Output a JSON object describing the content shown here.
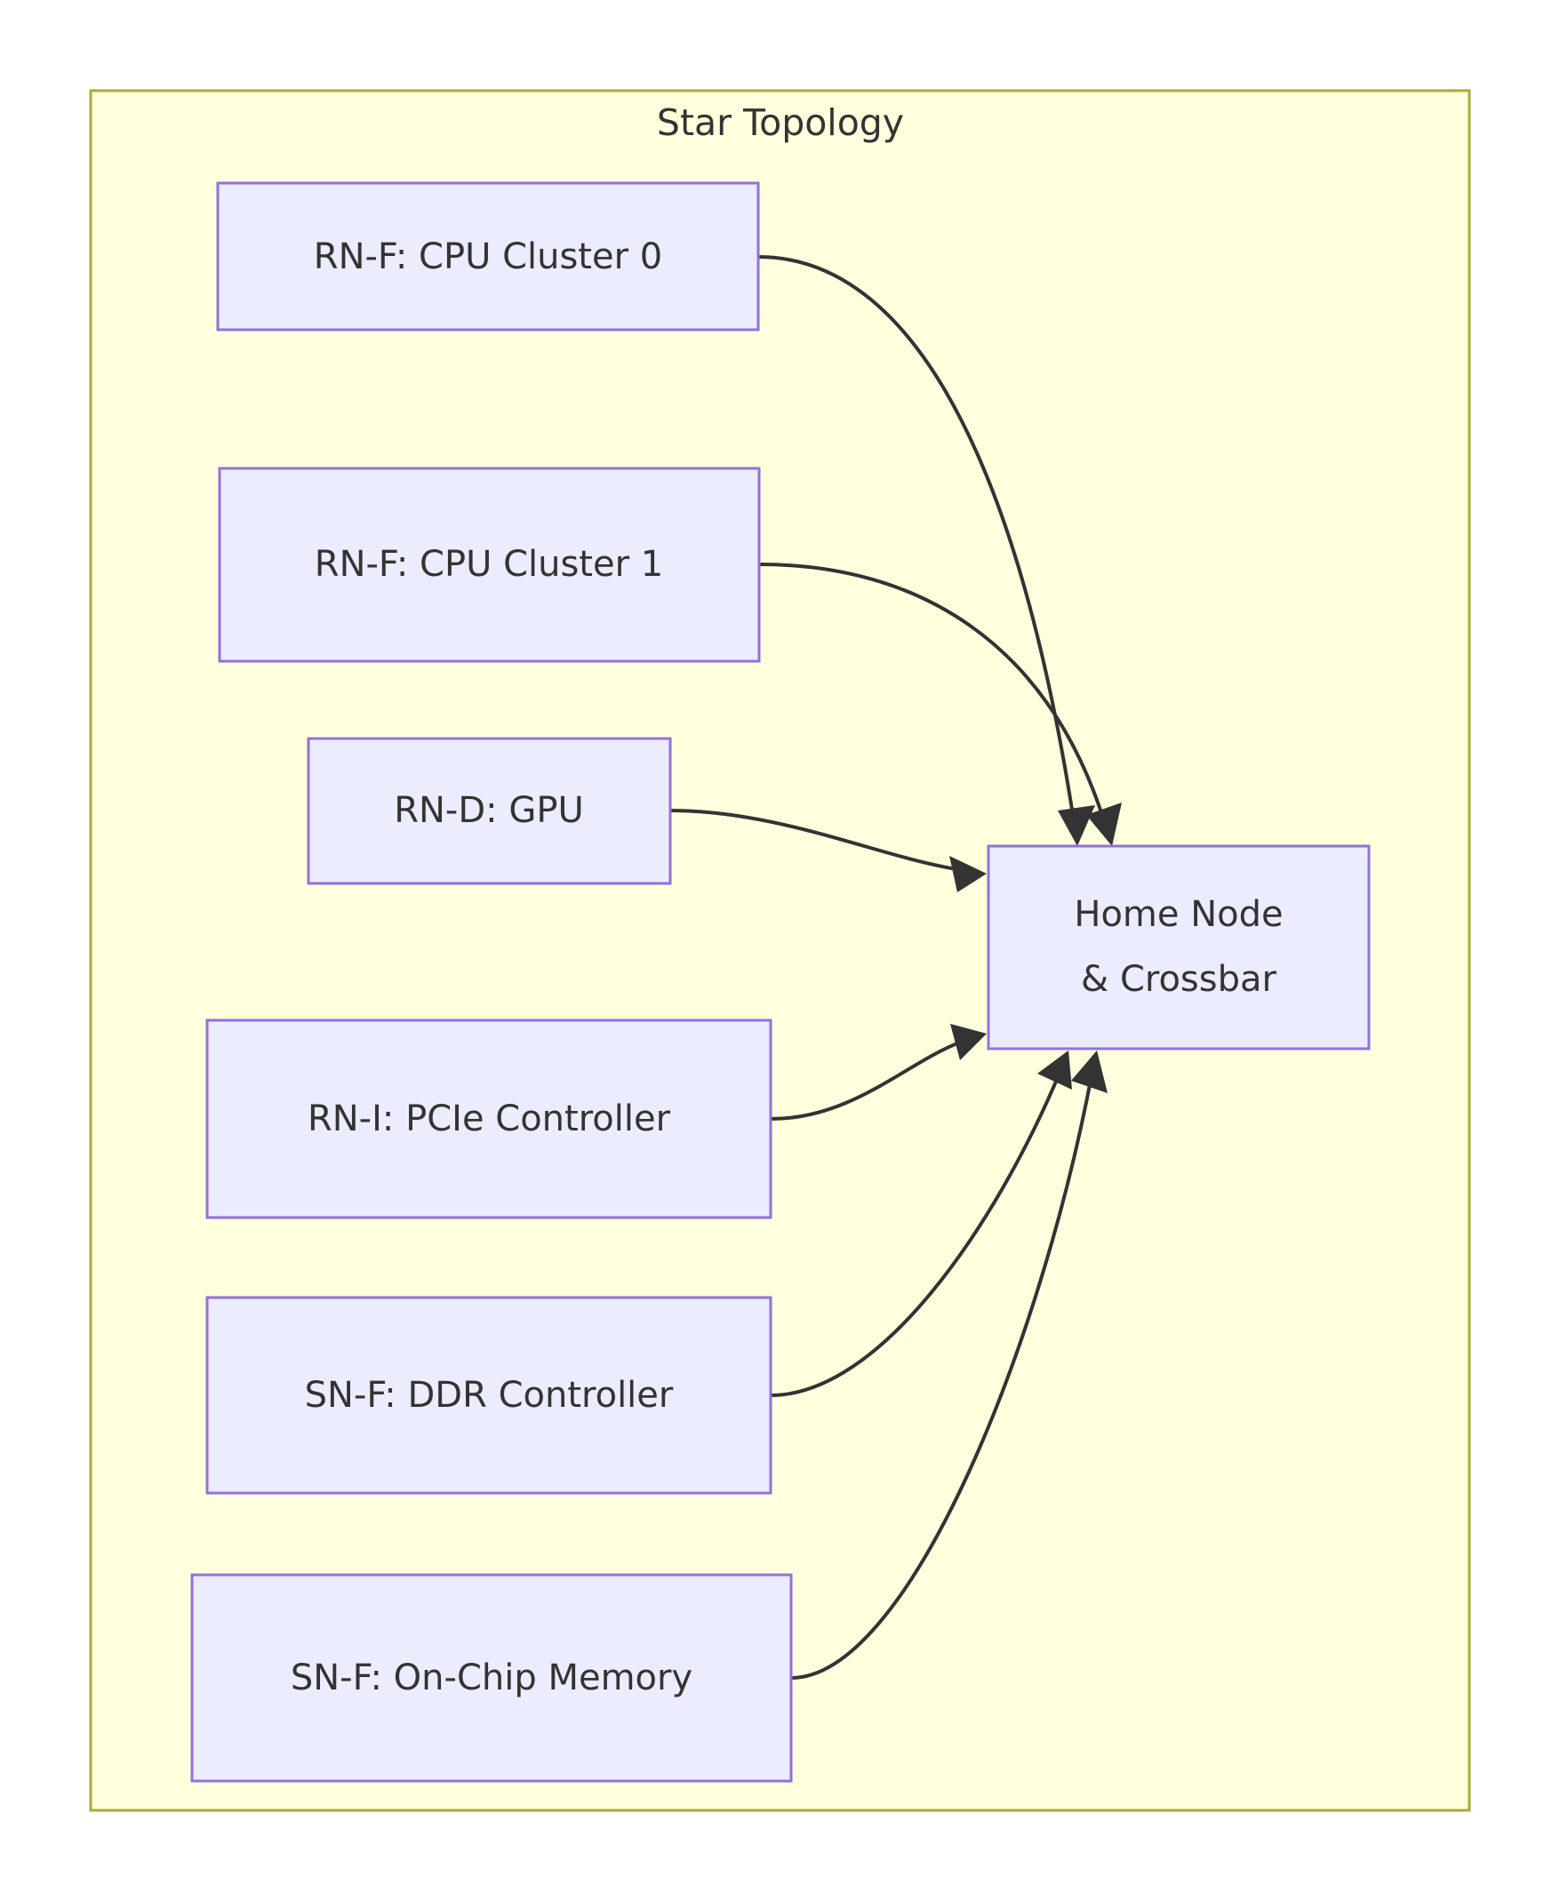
{
  "diagram": {
    "type": "flowchart",
    "direction": "left-to-right",
    "cluster": {
      "title": "Star Topology",
      "fill_color": "#ffffde",
      "border_color": "#aaaa33"
    },
    "node_style": {
      "fill_color": "#ececff",
      "border_color": "#9370db",
      "text_color": "#333333"
    },
    "edge_style": {
      "line_color": "#333333",
      "arrow": "filled-triangle"
    },
    "nodes": [
      {
        "id": "rnf0",
        "label": "RN-F: CPU Cluster 0",
        "role": "request-node-fully-coherent"
      },
      {
        "id": "rnf1",
        "label": "RN-F: CPU Cluster 1",
        "role": "request-node-fully-coherent"
      },
      {
        "id": "rnd",
        "label": "RN-D: GPU",
        "role": "request-node-dma"
      },
      {
        "id": "rni",
        "label": "RN-I: PCIe Controller",
        "role": "request-node-io"
      },
      {
        "id": "snfddr",
        "label": "SN-F: DDR Controller",
        "role": "slave-node-fully-coherent"
      },
      {
        "id": "snfocm",
        "label": "SN-F: On-Chip Memory",
        "role": "slave-node-fully-coherent"
      },
      {
        "id": "hn",
        "label_line1": "Home Node",
        "label_line2": "& Crossbar",
        "role": "home-node-crossbar"
      }
    ],
    "edges": [
      {
        "from": "rnf0",
        "to": "hn"
      },
      {
        "from": "rnf1",
        "to": "hn"
      },
      {
        "from": "rnd",
        "to": "hn"
      },
      {
        "from": "rni",
        "to": "hn"
      },
      {
        "from": "snfddr",
        "to": "hn"
      },
      {
        "from": "snfocm",
        "to": "hn"
      }
    ]
  }
}
